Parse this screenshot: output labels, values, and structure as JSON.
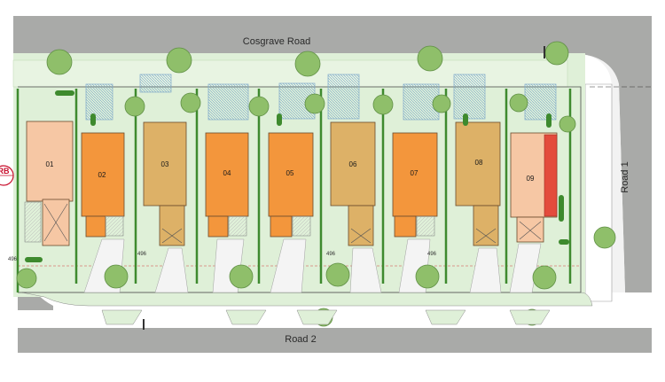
{
  "roads": {
    "north": "Cosgrave Road",
    "south": "Road 2",
    "east": "Road 1"
  },
  "lots": [
    {
      "id": "01",
      "style": "existing"
    },
    {
      "id": "02",
      "style": "orange"
    },
    {
      "id": "03",
      "style": "tan"
    },
    {
      "id": "04",
      "style": "orange"
    },
    {
      "id": "05",
      "style": "orange"
    },
    {
      "id": "06",
      "style": "tan"
    },
    {
      "id": "07",
      "style": "orange"
    },
    {
      "id": "08",
      "style": "tan"
    },
    {
      "id": "09",
      "style": "existing"
    }
  ],
  "annotations": {
    "west_marker": "RB",
    "dim_left": "496",
    "dim_middle_1": "496",
    "dim_middle_2": "496",
    "dim_right": "496"
  },
  "colors": {
    "road": "#a9aaa8",
    "landscape": "#dff0d8",
    "tree": "#8fbf6a",
    "hedge": "#3e8a2e",
    "orange_building": "#f3963c",
    "tan_building": "#ddb167",
    "existing_building": "#f6c7a4"
  }
}
